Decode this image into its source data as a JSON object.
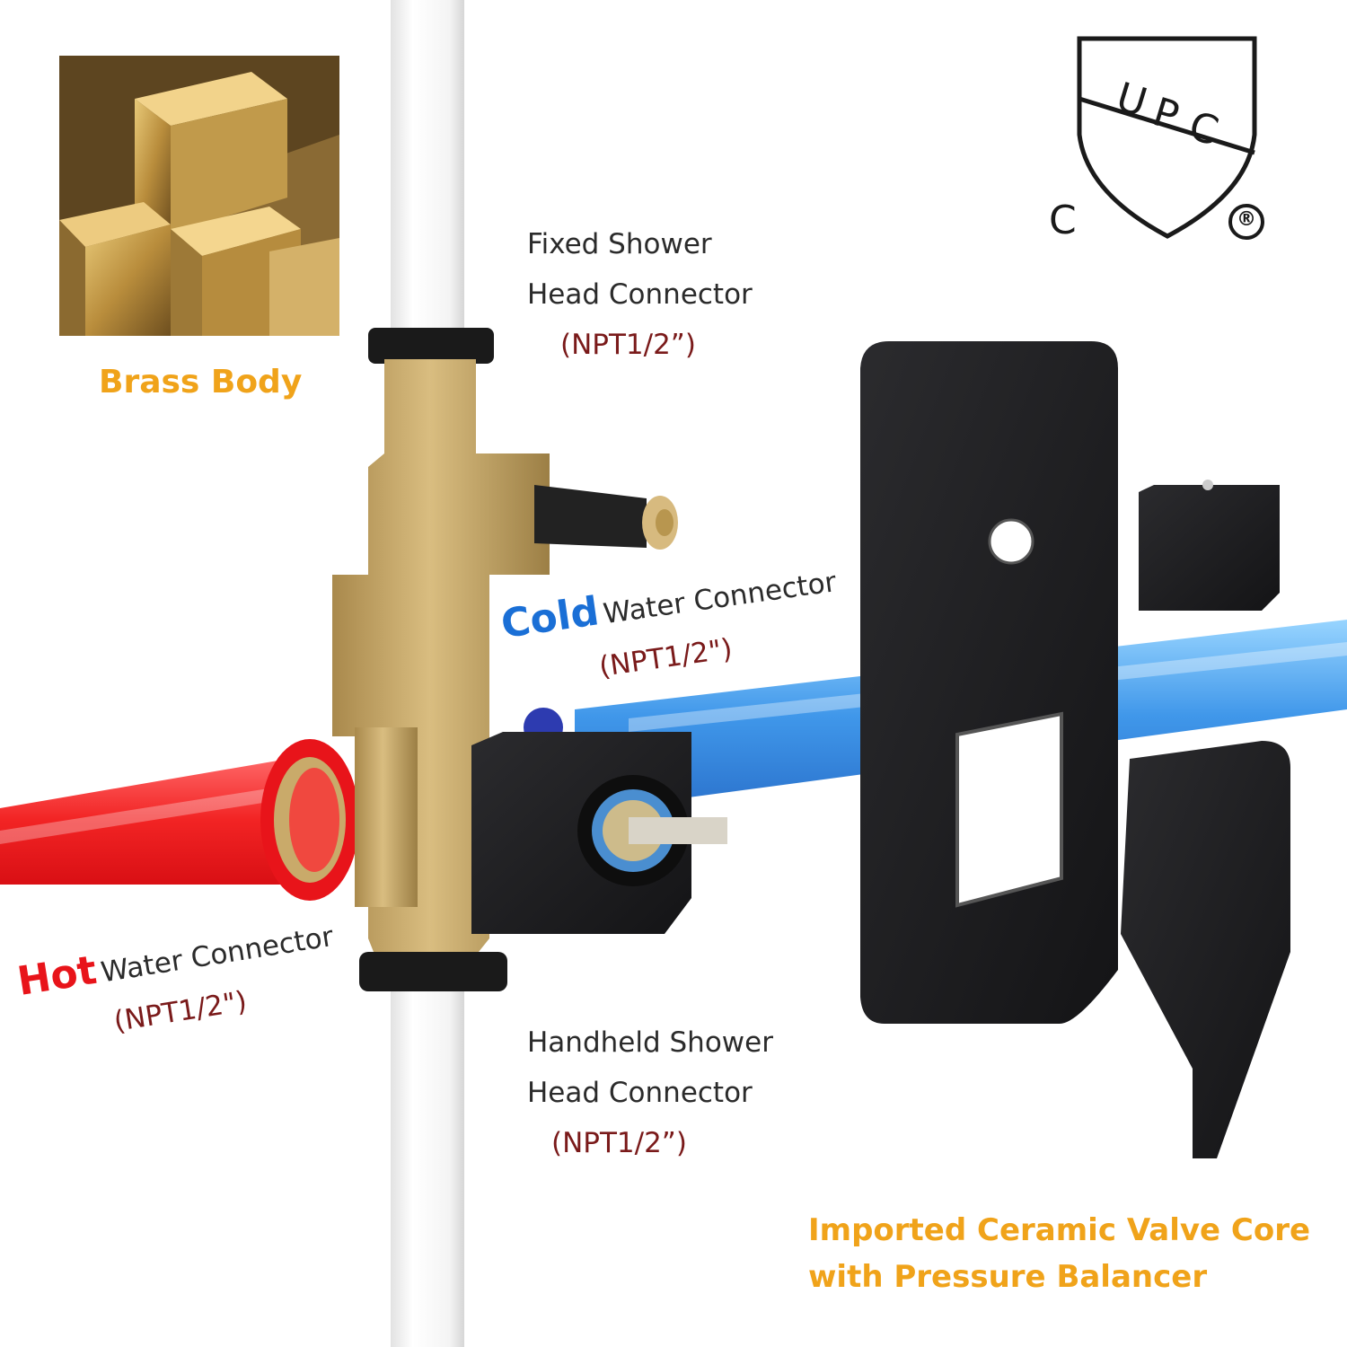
{
  "labels": {
    "brass_body": "Brass Body",
    "fixed_line1": "Fixed Shower",
    "fixed_line2": "Head Connector",
    "fixed_npt": "(NPT1/2”)",
    "cold_word": "Cold",
    "cold_rest": "Water Connector",
    "cold_npt": "(NPT1/2\")",
    "hot_word": "Hot",
    "hot_rest": "Water Connector",
    "hot_npt": "(NPT1/2\")",
    "handheld_line1": "Handheld Shower",
    "handheld_line2": "Head Connector",
    "handheld_npt": "(NPT1/2”)",
    "ceramic_line1": "Imported Ceramic Valve Core",
    "ceramic_line2": "with Pressure Balancer"
  },
  "certification": {
    "letters": [
      "U",
      "P",
      "C"
    ],
    "left_letter": "C",
    "registered_mark": "®"
  },
  "colors": {
    "hot": "#e8141a",
    "cold": "#1a6fd6",
    "gold_text": "#f0a31a",
    "npt_text": "#7a1a1a",
    "brass": "#c9aa6a",
    "trim_black": "#1c1c1e"
  }
}
